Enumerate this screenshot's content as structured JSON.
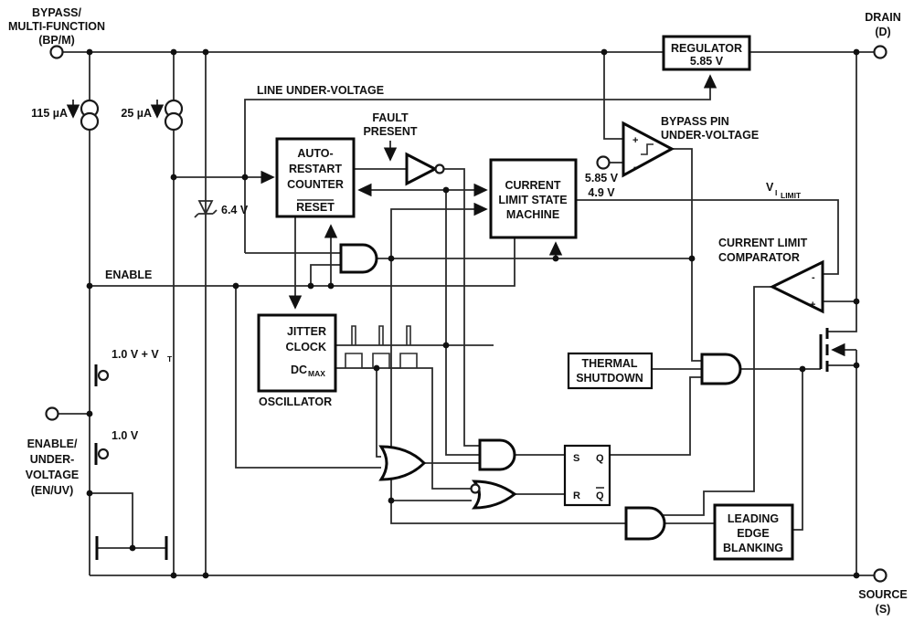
{
  "pins": {
    "bpm": [
      "BYPASS/",
      "MULTI-FUNCTION",
      "(BP/M)"
    ],
    "drain": [
      "DRAIN",
      "(D)"
    ],
    "source": [
      "SOURCE",
      "(S)"
    ],
    "enuv": [
      "ENABLE/",
      "UNDER-",
      "VOLTAGE",
      "(EN/UV)"
    ],
    "bp_ref": [
      "5.85 V",
      "4.9 V"
    ]
  },
  "sources": {
    "i115": "115 µA",
    "i25": "25 µA"
  },
  "labels": {
    "line_uv": "LINE UNDER-VOLTAGE",
    "fault": [
      "FAULT",
      "PRESENT"
    ],
    "enable": "ENABLE",
    "zener": "6.4 V",
    "vt_main": "1.0 V + V",
    "vt_sub": "T",
    "v10": "1.0 V",
    "bypass_uv": [
      "BYPASS PIN",
      "UNDER-VOLTAGE"
    ],
    "clc": [
      "CURRENT LIMIT",
      "COMPARATOR"
    ],
    "vil": [
      "V",
      "I",
      "LIMIT"
    ],
    "osc": "OSCILLATOR"
  },
  "blocks": {
    "regulator": [
      "REGULATOR",
      "5.85 V"
    ],
    "counter": [
      "AUTO-",
      "RESTART",
      "COUNTER",
      "RESET"
    ],
    "clsm": [
      "CURRENT",
      "LIMIT STATE",
      "MACHINE"
    ],
    "oscillator": {
      "jitter": "JITTER",
      "clock": "CLOCK",
      "dc": "DC",
      "max": "MAX"
    },
    "thermal": [
      "THERMAL",
      "SHUTDOWN"
    ],
    "leb": [
      "LEADING",
      "EDGE",
      "BLANKING"
    ],
    "latch": {
      "s": "S",
      "r": "R",
      "q": "Q",
      "qb": "Q"
    }
  },
  "glyphs": {
    "plus": "+",
    "minus": "-"
  },
  "colors": {
    "ink": "#111111",
    "bg": "#ffffff"
  }
}
